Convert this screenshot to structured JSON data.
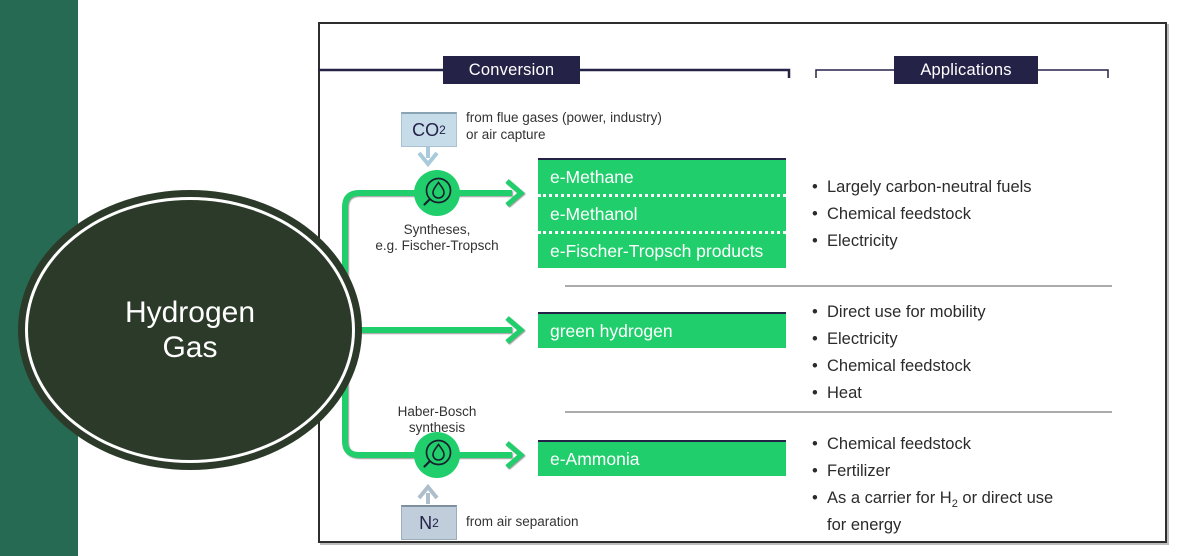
{
  "ellipse": {
    "title": "Hydrogen\nGas"
  },
  "headers": {
    "conversion": "Conversion",
    "applications": "Applications"
  },
  "inputs": {
    "co2": {
      "base": "CO",
      "sub": "2",
      "note": "from flue gases (power, industry)\nor air capture"
    },
    "n2": {
      "base": "N",
      "sub": "2",
      "note": "from air separation"
    }
  },
  "process": {
    "syntheses_label": "Syntheses,\ne.g. Fischer-Tropsch",
    "haber_label": "Haber-Bosch\nsynthesis"
  },
  "products": {
    "group1": [
      "e-Methane",
      "e-Methanol",
      "e-Fischer-Tropsch products"
    ],
    "group2": "green hydrogen",
    "group3": "e-Ammonia"
  },
  "applications": [
    {
      "items": [
        "Largely carbon-neutral fuels",
        "Chemical feedstock",
        "Electricity"
      ]
    },
    {
      "items": [
        "Direct use for mobility",
        "Electricity",
        "Chemical feedstock",
        "Heat"
      ]
    },
    {
      "items": [
        "Chemical feedstock",
        "Fertilizer",
        {
          "pre": "As a carrier for H",
          "sub": "2",
          "post": " or direct use\nfor energy"
        }
      ]
    }
  ],
  "icons": {
    "syntheses_circle": "magnifier-flame-icon",
    "haber_circle": "magnifier-flame-icon"
  },
  "misc": {
    "bullet": "•"
  },
  "colors": {
    "accent_green": "#20CE6C",
    "dark_navy": "#252248",
    "ellipse_dark_green": "#2C3B29",
    "left_bar_green": "#266A53",
    "co2_box_blue": "#C6DCE9",
    "n2_box_gray_blue": "#C0CDDA",
    "separator_gray": "#8f8f8f"
  }
}
